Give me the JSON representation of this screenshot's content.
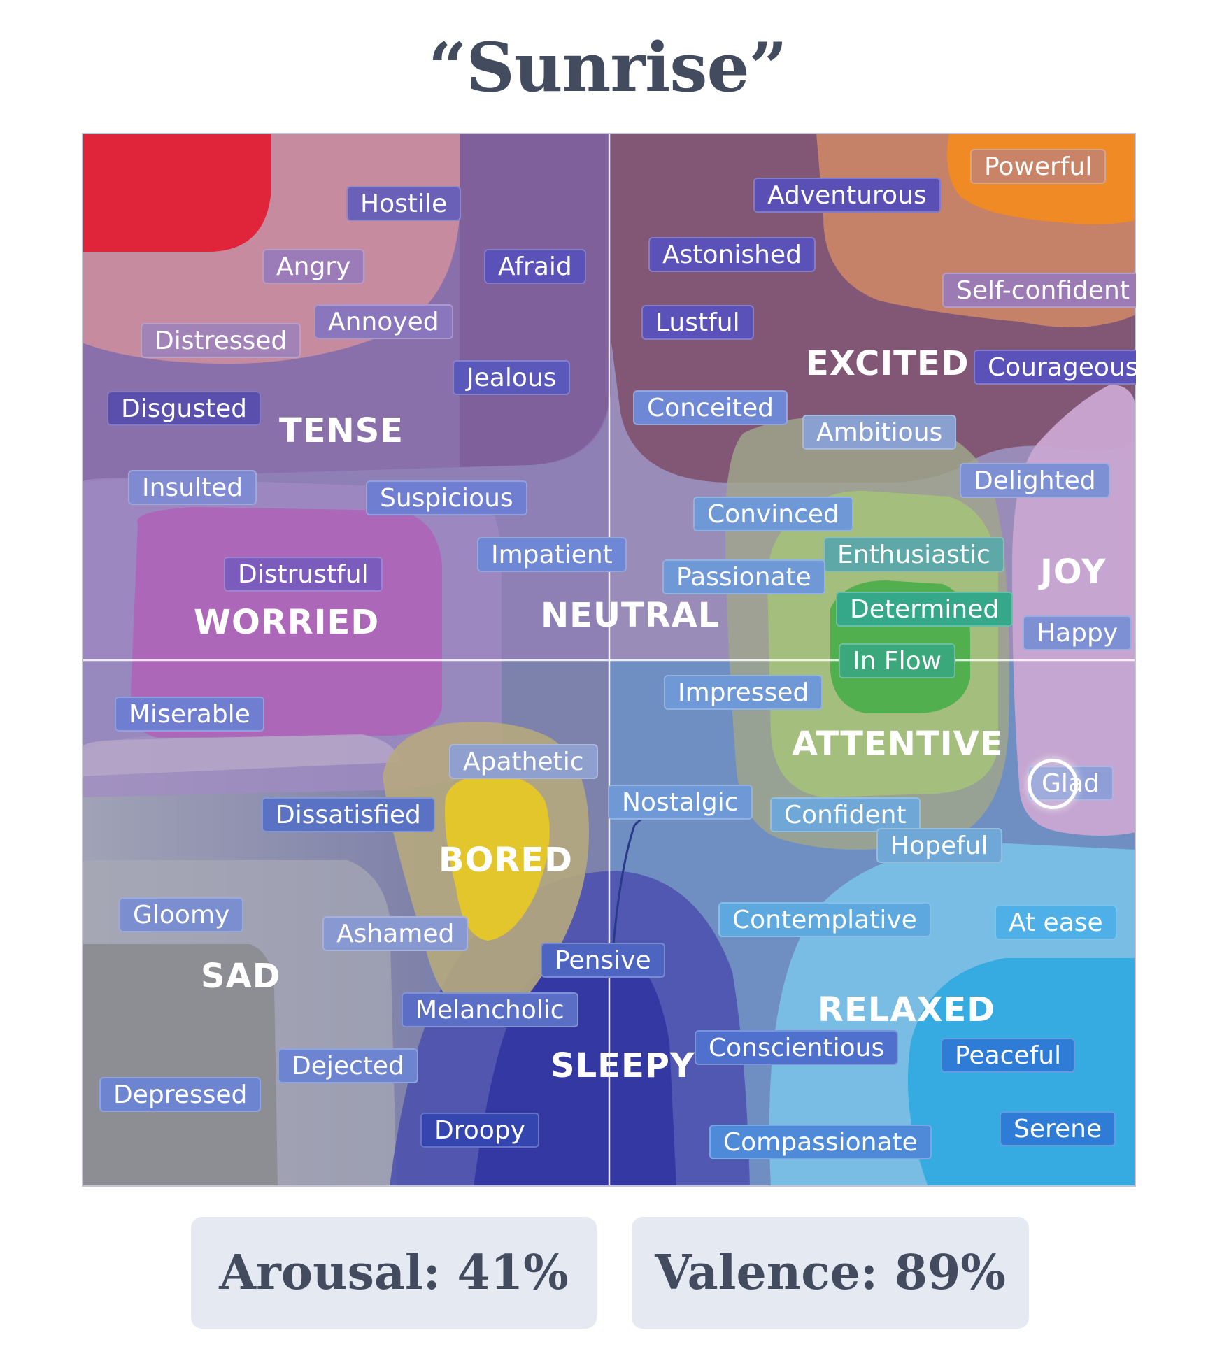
{
  "title": "“Sunrise”",
  "regions": {
    "tense": "TENSE",
    "excited": "EXCITED",
    "worried": "WORRIED",
    "neutral": "NEUTRAL",
    "joy": "JOY",
    "attentive": "ATTENTIVE",
    "bored": "BORED",
    "sad": "SAD",
    "sleepy": "SLEEPY",
    "relaxed": "RELAXED"
  },
  "emotions": {
    "hostile": "Hostile",
    "angry": "Angry",
    "afraid": "Afraid",
    "annoyed": "Annoyed",
    "distressed": "Distressed",
    "jealous": "Jealous",
    "disgusted": "Disgusted",
    "insulted": "Insulted",
    "suspicious": "Suspicious",
    "impatient": "Impatient",
    "distrustful": "Distrustful",
    "miserable": "Miserable",
    "apathetic": "Apathetic",
    "dissatisfied": "Dissatisfied",
    "gloomy": "Gloomy",
    "ashamed": "Ashamed",
    "pensive": "Pensive",
    "melancholic": "Melancholic",
    "dejected": "Dejected",
    "depressed": "Depressed",
    "droopy": "Droopy",
    "powerful": "Powerful",
    "adventurous": "Adventurous",
    "astonished": "Astonished",
    "self_confident": "Self-confident",
    "lustful": "Lustful",
    "courageous": "Courageous",
    "conceited": "Conceited",
    "ambitious": "Ambitious",
    "delighted": "Delighted",
    "convinced": "Convinced",
    "enthusiastic": "Enthusiastic",
    "passionate": "Passionate",
    "determined": "Determined",
    "happy": "Happy",
    "in_flow": "In Flow",
    "impressed": "Impressed",
    "glad": "Glad",
    "nostalgic": "Nostalgic",
    "confident": "Confident",
    "hopeful": "Hopeful",
    "contemplative": "Contemplative",
    "at_ease": "At ease",
    "conscientious": "Conscientious",
    "peaceful": "Peaceful",
    "serene": "Serene",
    "compassionate": "Compassionate"
  },
  "metrics": {
    "arousal": "Arousal: 41%",
    "valence": "Valence: 89%"
  },
  "selection": {
    "arousal": 0.41,
    "valence": 0.89
  },
  "colors": {
    "text": "#434b5e",
    "metric_bg": "#e5e9f2",
    "tense": "#e0243a",
    "excited": "#f08a24",
    "worried": "#b060b8",
    "attentive": "#4eae4c",
    "bored": "#e3c52c",
    "sad": "#8a8c94",
    "sleepy": "#2f32a0",
    "relaxed": "#2ea8e0",
    "joy": "#c9a7d2"
  }
}
